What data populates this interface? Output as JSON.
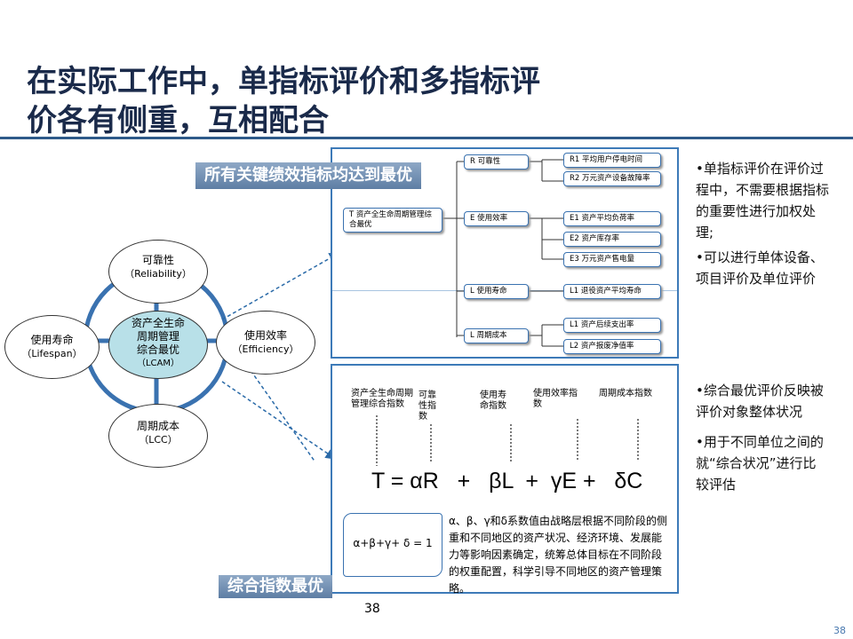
{
  "slide": {
    "title_line1": "在实际工作中，单指标评价和多指标评",
    "title_line2": "价各有侧重，互相配合",
    "page_number_center": "38",
    "page_number_corner": "38"
  },
  "banners": {
    "top": "所有关键绩效指标均达到最优",
    "bottom": "综合指数最优"
  },
  "cycle": {
    "center": [
      "资产全生命",
      "周期管理",
      "综合最优",
      "（LCAM）"
    ],
    "top": [
      "可靠性",
      "（Reliability）"
    ],
    "right": [
      "使用效率",
      "（Efficiency）"
    ],
    "bottom": [
      "周期成本",
      "（LCC）"
    ],
    "left": [
      "使用寿命",
      "（Lifespan）"
    ]
  },
  "tree": {
    "root": "T 资产全生命周期管理综合最优",
    "branches": [
      {
        "label": "R 可靠性",
        "leaves": [
          "R1 平均用户停电时间",
          "R2 万元资产设备故障率"
        ]
      },
      {
        "label": "E 使用效率",
        "leaves": [
          "E1 资产平均负荷率",
          "E2 资产库存率",
          "E3 万元资产售电量"
        ]
      },
      {
        "label": "L 使用寿命",
        "leaves": [
          "L1 退役资产平均寿命"
        ]
      },
      {
        "label": "L 周期成本",
        "leaves": [
          "L1 资产后续支出率",
          "L2 资产报废净值率"
        ]
      }
    ]
  },
  "formula_panel": {
    "headers": [
      "资产全生命周期管理综合指数",
      "可靠性指数",
      "使用寿命指数",
      "使用效率指数",
      "周期成本指数"
    ],
    "formula": "T = αR   +   βL  +  γE +   δC",
    "scroll": "α+β+γ+ δ = 1",
    "note": "α、β、γ和δ系数值由战略层根据不同阶段的侧重和不同地区的资产状况、经济环境、发展能力等影响因素确定，统筹总体目标在不同阶段的权重配置，科学引导不同地区的资产管理策略。"
  },
  "bullets_top": [
    "•单指标评价在评价过程中，不需要根据指标的重要性进行加权处理;",
    "•可以进行单体设备、项目评价及单位评价"
  ],
  "bullets_bottom": [
    "•综合最优评价反映被评价对象整体状况",
    "•用于不同单位之间的就“综合状况”进行比较评估"
  ],
  "colors": {
    "title": "#1a2a4a",
    "rule": "#2e5a8a",
    "panel_border": "#3d7ab8",
    "circle_fill": "#b8e0e8",
    "arrow": "#2a6aa8"
  }
}
